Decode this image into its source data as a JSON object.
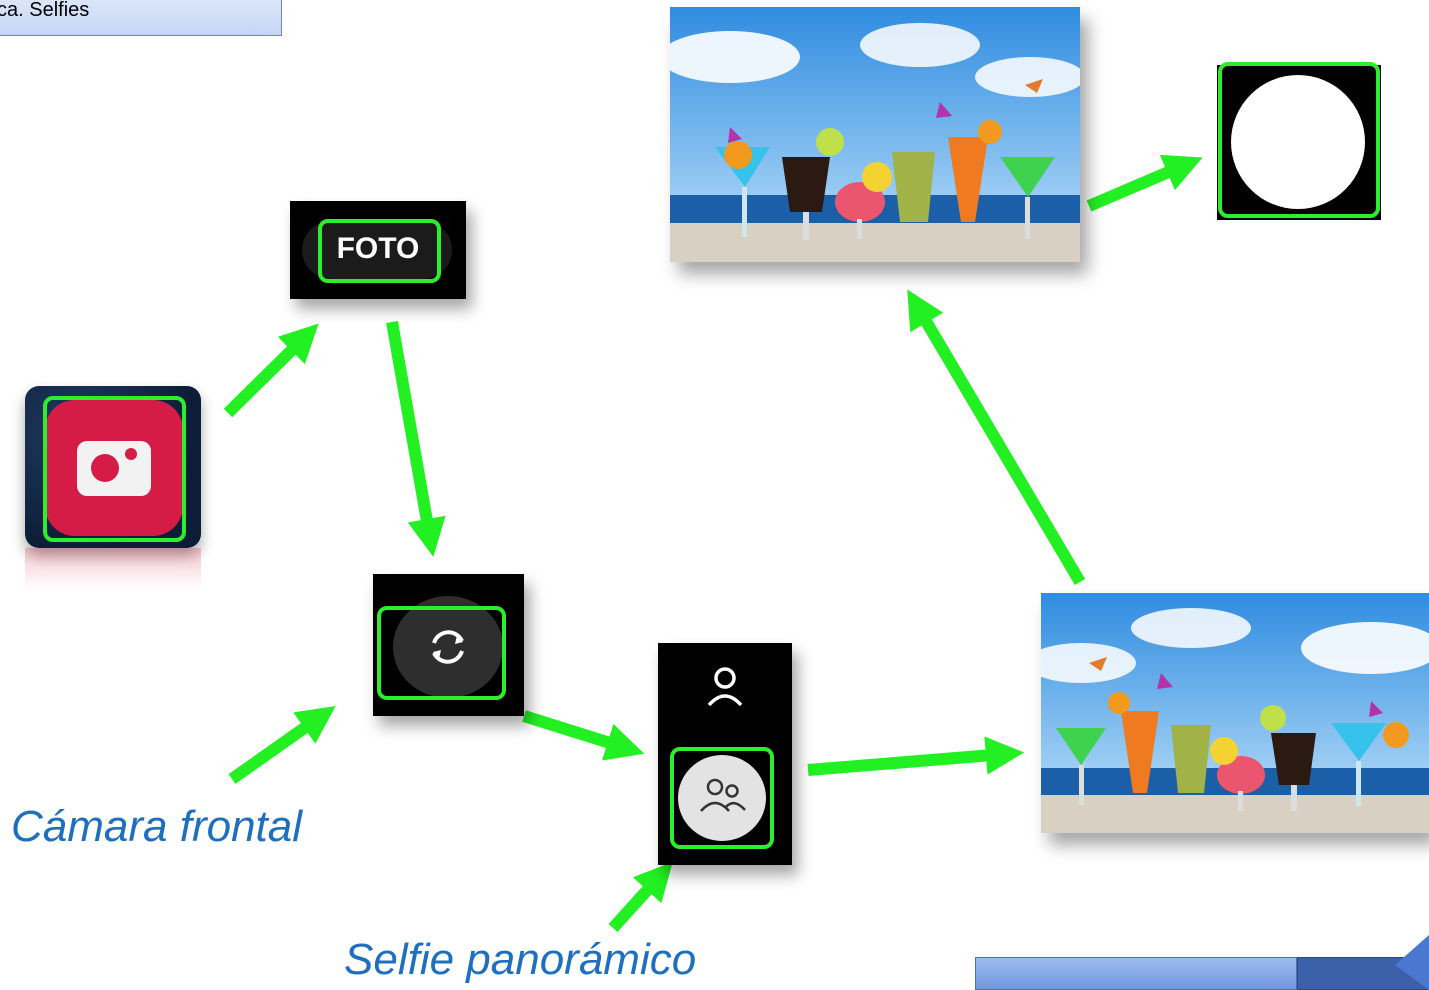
{
  "header": {
    "label": "ca. Selfies"
  },
  "tiles": {
    "foto": {
      "label": "FOTO"
    }
  },
  "captions": {
    "front_camera": "Cámara frontal",
    "panoramic_selfie": "Selfie panorámico"
  },
  "icons": {
    "app": "camera-app-icon",
    "switch": "switch-camera-icon",
    "person": "person-icon",
    "group": "group-selfie-icon",
    "shutter": "shutter-button-icon"
  },
  "colors": {
    "highlight": "#2cee2c",
    "arrow": "#22f022",
    "caption": "#1f6fbf",
    "app_red": "#d41c46"
  }
}
